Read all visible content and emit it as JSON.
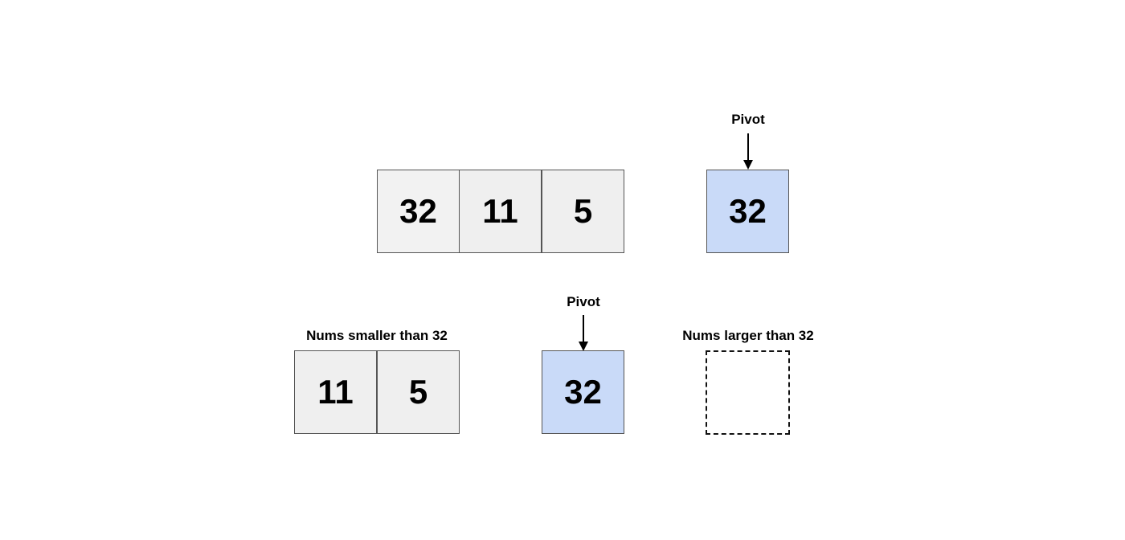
{
  "colors": {
    "cell_fill": "#f0f0f0",
    "pivot_fill": "#c9daf8",
    "border": "#555555"
  },
  "top": {
    "array": [
      "32",
      "11",
      "5"
    ],
    "pivot_label": "Pivot",
    "pivot_value": "32"
  },
  "bottom": {
    "smaller_label": "Nums smaller than 32",
    "smaller": [
      "11",
      "5"
    ],
    "pivot_label": "Pivot",
    "pivot_value": "32",
    "larger_label": "Nums larger than 32"
  }
}
